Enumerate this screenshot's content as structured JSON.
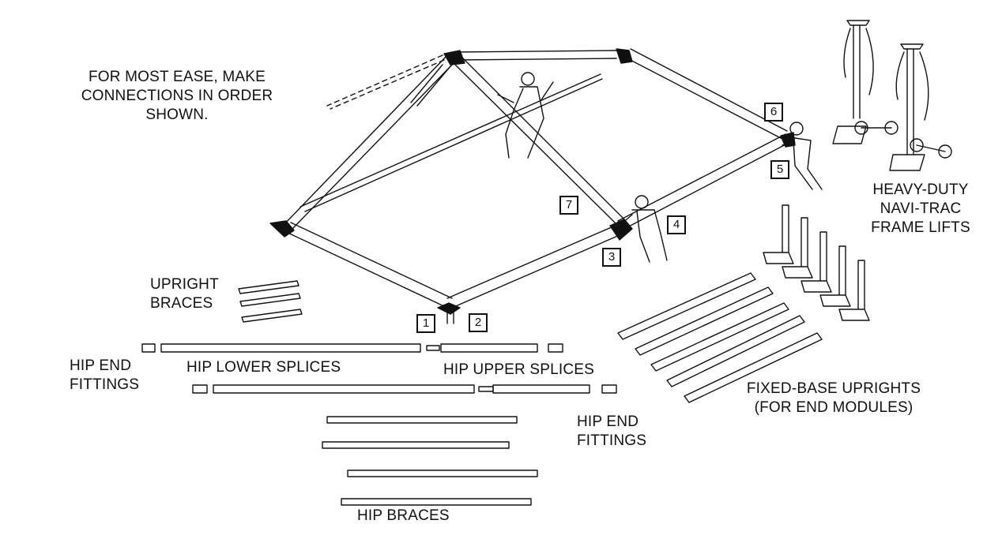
{
  "labels": {
    "instruction": [
      "FOR MOST EASE, MAKE",
      "CONNECTIONS IN ORDER",
      "SHOWN."
    ],
    "frame_lifts": [
      "HEAVY-DUTY",
      "NAVI-TRAC",
      "FRAME LIFTS"
    ],
    "upright_braces": [
      "UPRIGHT",
      "BRACES"
    ],
    "hip_end_fittings_left": [
      "HIP END",
      "FITTINGS"
    ],
    "hip_lower_splices": "HIP LOWER SPLICES",
    "hip_upper_splices": "HIP UPPER SPLICES",
    "hip_end_fittings_right": [
      "HIP END",
      "FITTINGS"
    ],
    "fixed_base_uprights": [
      "FIXED-BASE UPRIGHTS",
      "(FOR END MODULES)"
    ],
    "hip_braces": "HIP BRACES"
  },
  "connection_steps": [
    "1",
    "2",
    "3",
    "4",
    "5",
    "6",
    "7"
  ]
}
